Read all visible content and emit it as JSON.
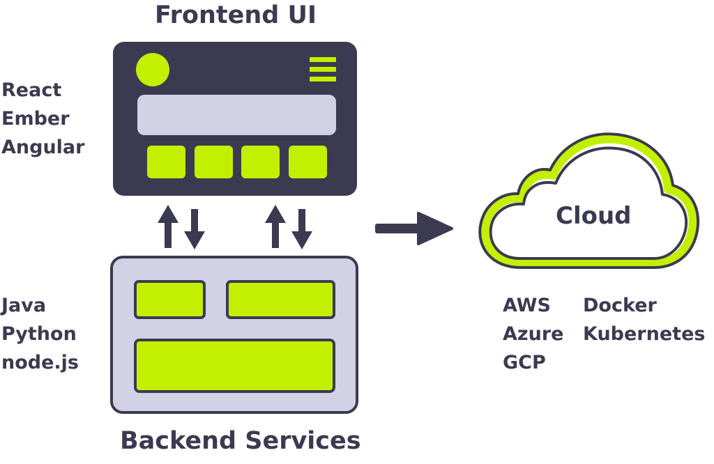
{
  "frontend": {
    "title": "Frontend UI",
    "frameworks": [
      "React",
      "Ember",
      "Angular"
    ]
  },
  "backend": {
    "title": "Backend Services",
    "languages": [
      "Java",
      "Python",
      "node.js"
    ]
  },
  "cloud": {
    "label": "Cloud",
    "providers": [
      "AWS",
      "Azure",
      "GCP"
    ],
    "tools": [
      "Docker",
      "Kubernetes"
    ]
  },
  "colors": {
    "dark": "#3b3a50",
    "lime": "#c2f000",
    "lavender": "#d3d1e5",
    "white": "#ffffff"
  },
  "icons": {
    "logo": "circle-logo-icon",
    "menu": "hamburger-menu-icon",
    "exchange": "bidirectional-arrow-icon",
    "deploy": "right-arrow-icon",
    "cloud": "cloud-icon"
  }
}
